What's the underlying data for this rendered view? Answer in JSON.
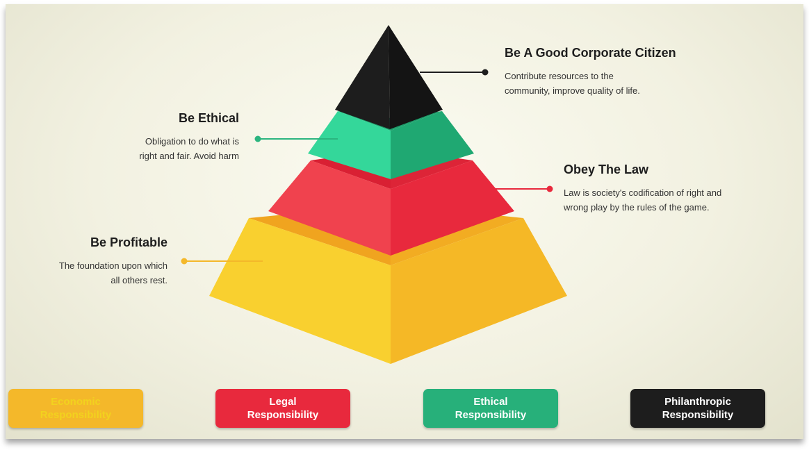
{
  "tiers": [
    {
      "id": "philanthropic",
      "title": "Be A Good Corporate Citizen",
      "description": "Contribute resources to the\ncommunity, improve quality of life."
    },
    {
      "id": "ethical",
      "title": "Be Ethical",
      "description": "Obligation to do what is\nright and fair. Avoid harm"
    },
    {
      "id": "legal",
      "title": "Obey The Law",
      "description": "Law is society's codification of right and\nwrong play by the rules of the game."
    },
    {
      "id": "economic",
      "title": "Be Profitable",
      "description": "The foundation upon which\nall others rest."
    }
  ],
  "legend": [
    {
      "label": "Economic\nResponsibility",
      "color": "#f4b82a",
      "text_color": "#f2d21e"
    },
    {
      "label": "Legal\nResponsibility",
      "color": "#e8293d",
      "text_color": "#ffffff"
    },
    {
      "label": "Ethical\nResponsibility",
      "color": "#27b07a",
      "text_color": "#ffffff"
    },
    {
      "label": "Philanthropic\nResponsibility",
      "color": "#1d1d1d",
      "text_color": "#ffffff"
    }
  ],
  "colors": {
    "philanthropic": "#1d1d1d",
    "ethical": "#2bc48a",
    "legal": "#e8293d",
    "economic": "#f7c42a"
  }
}
